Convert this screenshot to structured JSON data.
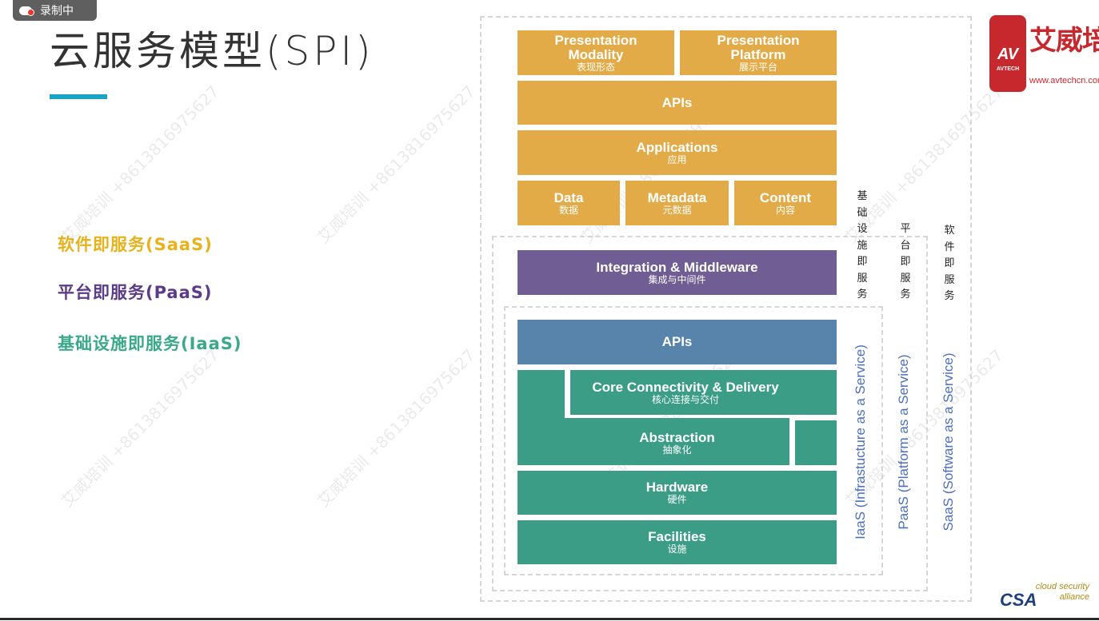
{
  "recording": {
    "label": "录制中"
  },
  "slide": {
    "title": "云服务模型(SPI)",
    "services": [
      "软件即服务(SaaS)",
      "平台即服务(PaaS)",
      "基础设施即服务(IaaS)"
    ]
  },
  "diagram": {
    "presentation_modality": {
      "en": "Presentation Modality",
      "zh": "表现形态"
    },
    "presentation_platform": {
      "en": "Presentation Platform",
      "zh": "展示平台"
    },
    "apis_top": {
      "en": "APIs"
    },
    "applications": {
      "en": "Applications",
      "zh": "应用"
    },
    "data": {
      "en": "Data",
      "zh": "数据"
    },
    "metadata": {
      "en": "Metadata",
      "zh": "元数据"
    },
    "content": {
      "en": "Content",
      "zh": "内容"
    },
    "integration": {
      "en": "Integration & Middleware",
      "zh": "集成与中间件"
    },
    "apis_bottom": {
      "en": "APIs"
    },
    "core": {
      "en": "Core Connectivity & Delivery",
      "zh": "核心连接与交付"
    },
    "abstraction": {
      "en": "Abstraction",
      "zh": "抽象化"
    },
    "hardware": {
      "en": "Hardware",
      "zh": "硬件"
    },
    "facilities": {
      "en": "Facilities",
      "zh": "设施"
    },
    "iaas_zh": "基础设施即服务",
    "paas_zh": "平台即服务",
    "saas_zh": "软件即服务",
    "iaas_en": "IaaS (Infrastucture as a Service)",
    "paas_en": "PaaS (Platform as a Service)",
    "saas_en": "SaaS (Software as a Service)"
  },
  "logos": {
    "avtech_badge": "AV",
    "avtech_badge_text": "AVTECH",
    "avtech_name": "艾威培训",
    "avtech_url": "www.avtechcn.com",
    "csa_mark": "CSA",
    "csa_text": "cloud security alliance"
  },
  "watermark": "艾威培训 +8613816975627",
  "colors": {
    "presentation_layer": "#e3ab47",
    "middleware_layer": "#6f5d93",
    "api_layer": "#5883ab",
    "infrastructure_layer": "#3c9d86",
    "saas_text": "#e8b21c",
    "paas_text": "#5b3c88",
    "iaas_text": "#3aa88a",
    "title_accent": "#1aa3c7",
    "vertical_label": "#4b6fbd"
  }
}
